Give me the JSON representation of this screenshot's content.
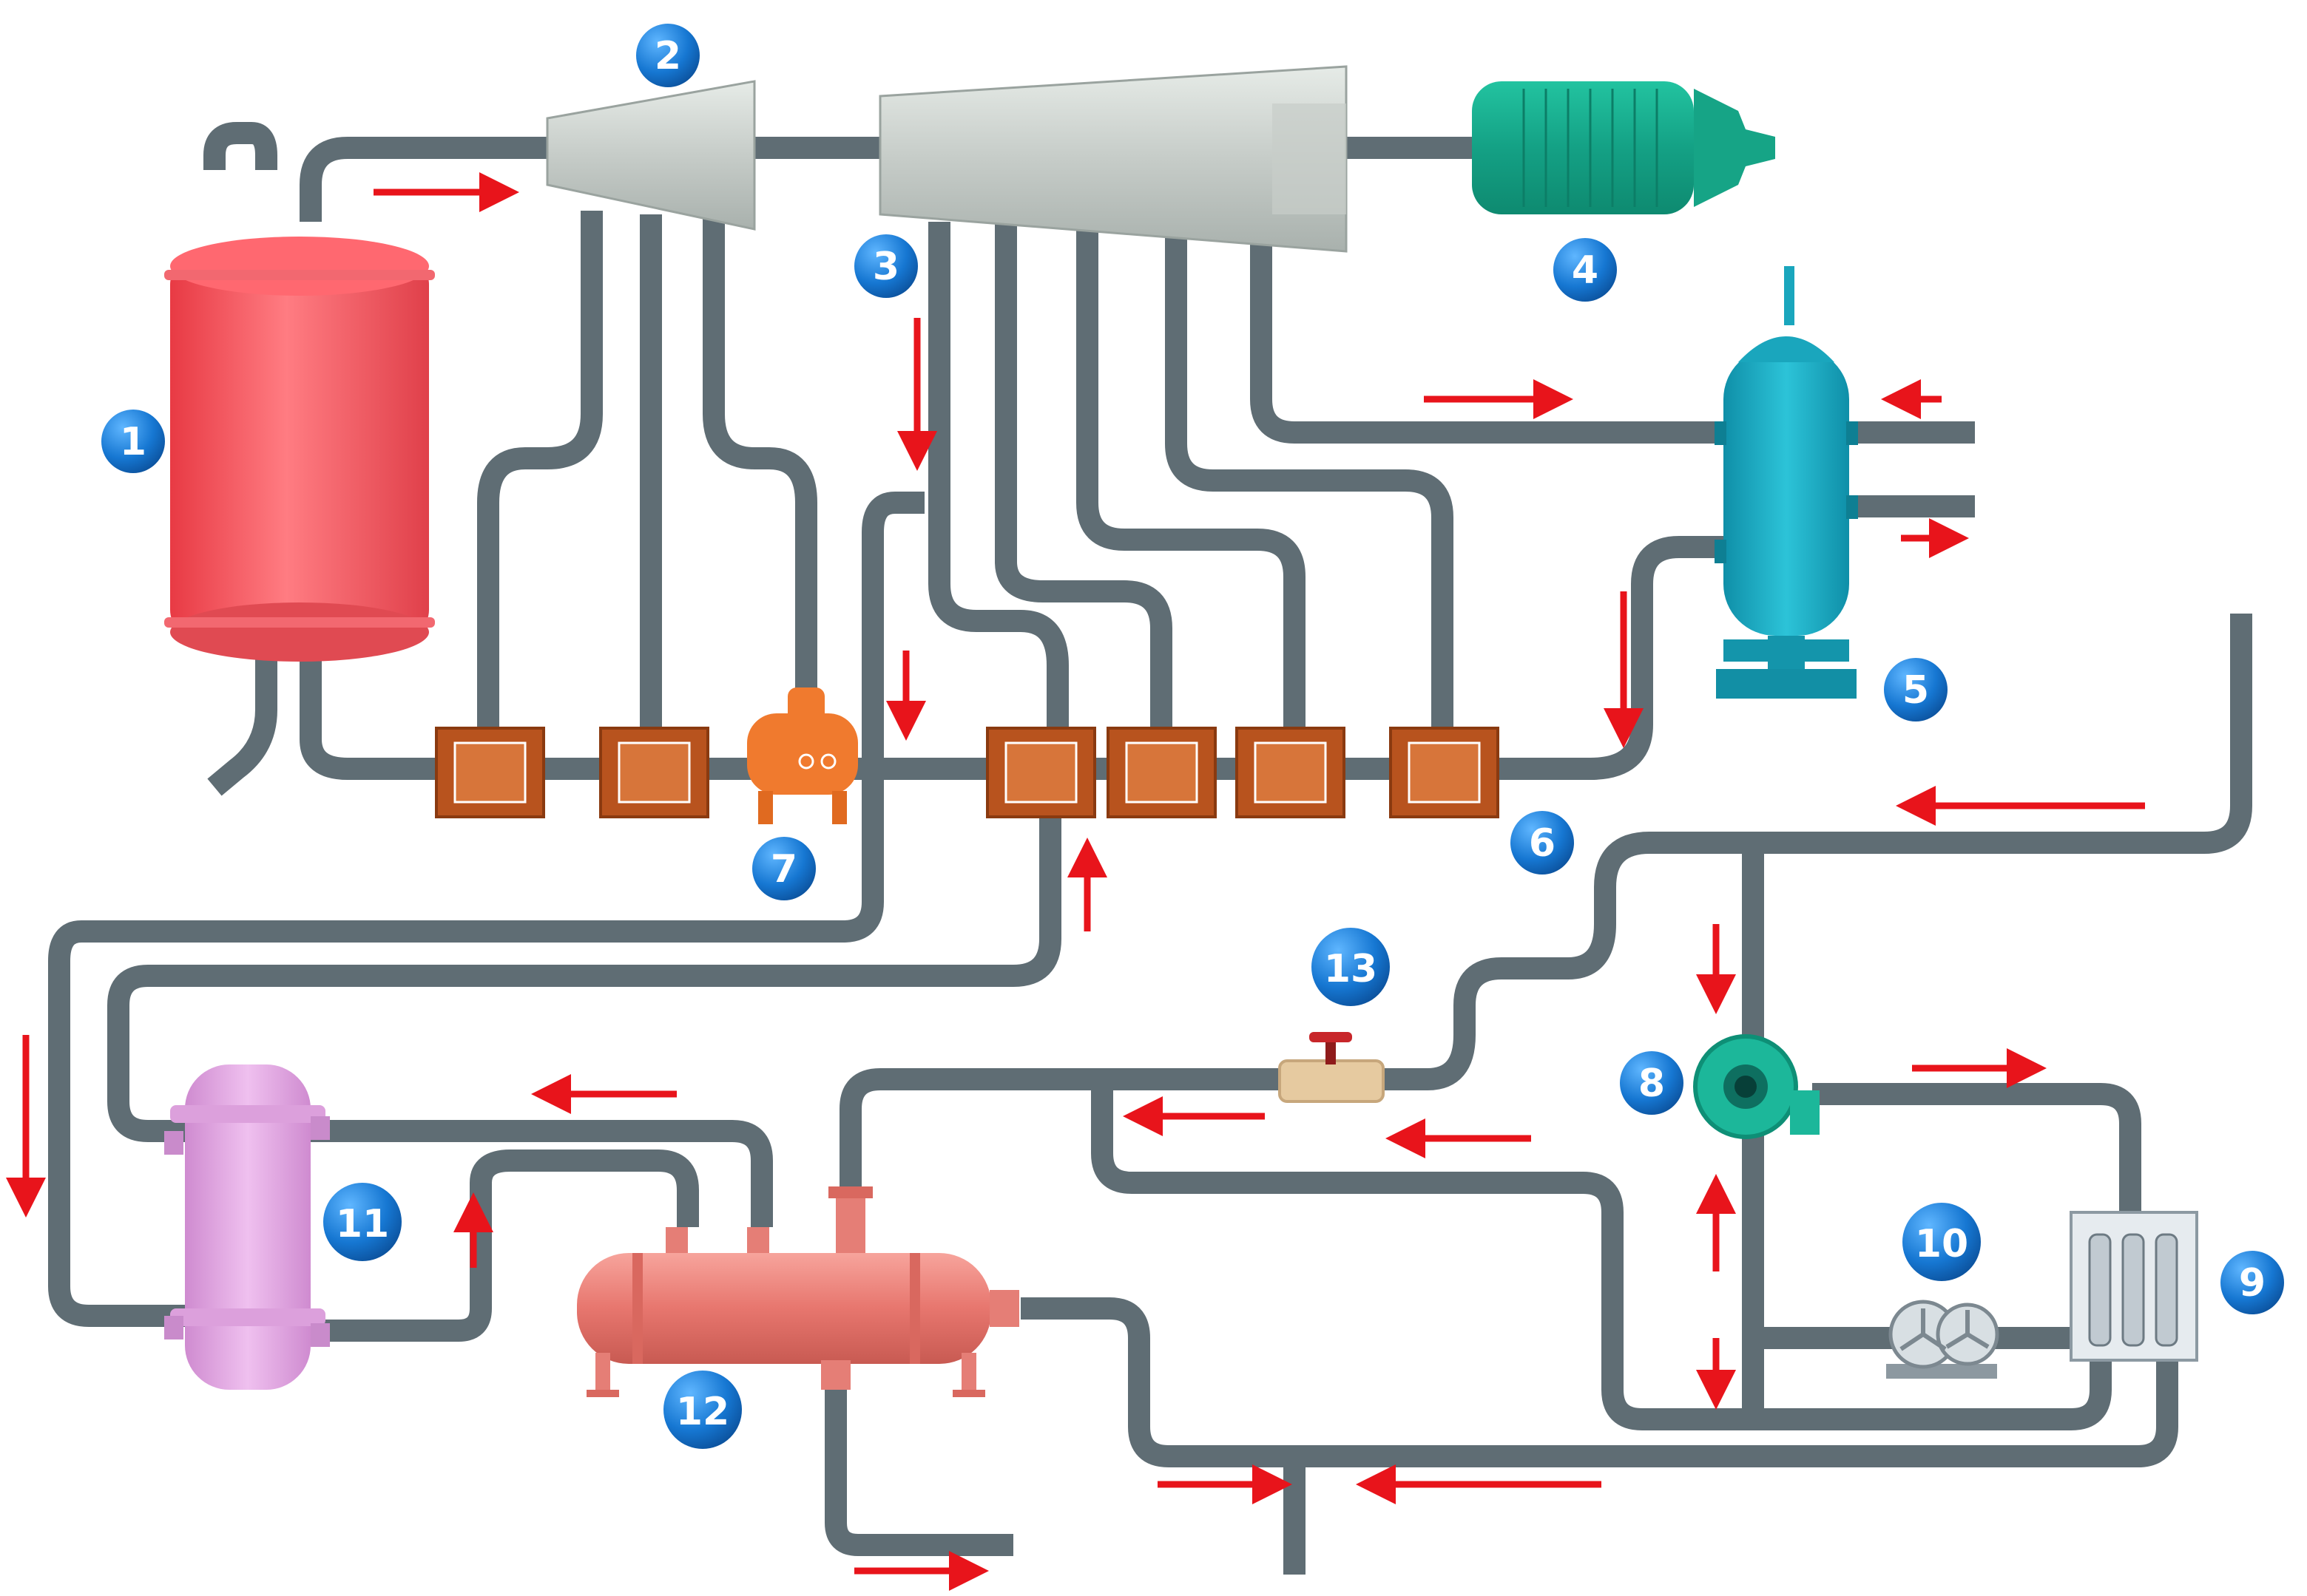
{
  "labels": {
    "b1": "1",
    "b2": "2",
    "b3": "3",
    "b4": "4",
    "b5": "5",
    "b6": "6",
    "b7": "7",
    "b8": "8",
    "b9": "9",
    "b10": "10",
    "b11": "11",
    "b12": "12",
    "b13": "13"
  },
  "colors": {
    "pipe": "#5f6d74",
    "arrow": "#e8141b",
    "badge": "#1677d2",
    "tank_red": "#f0545c",
    "turbine": "#cfd4d1",
    "generator": "#17a88a",
    "condenser": "#1aa6bd",
    "heater": "#c35c22",
    "deaerator": "#f07a2e",
    "pump": "#1cb79a",
    "exchanger_pink": "#dca0dc",
    "exchanger_red": "#e57e76",
    "valve": "#e6caa0"
  },
  "icons": {
    "tank": "vertical-tank-icon",
    "hp_turbine": "turbine-icon",
    "lp_turbine": "turbine-icon",
    "generator": "generator-icon",
    "condenser": "condenser-icon",
    "heater": "heat-exchanger-icon",
    "deaerator": "deaerator-icon",
    "pump": "pump-icon",
    "cooler": "cooler-icon",
    "fan": "fan-icon",
    "valve": "valve-icon"
  }
}
